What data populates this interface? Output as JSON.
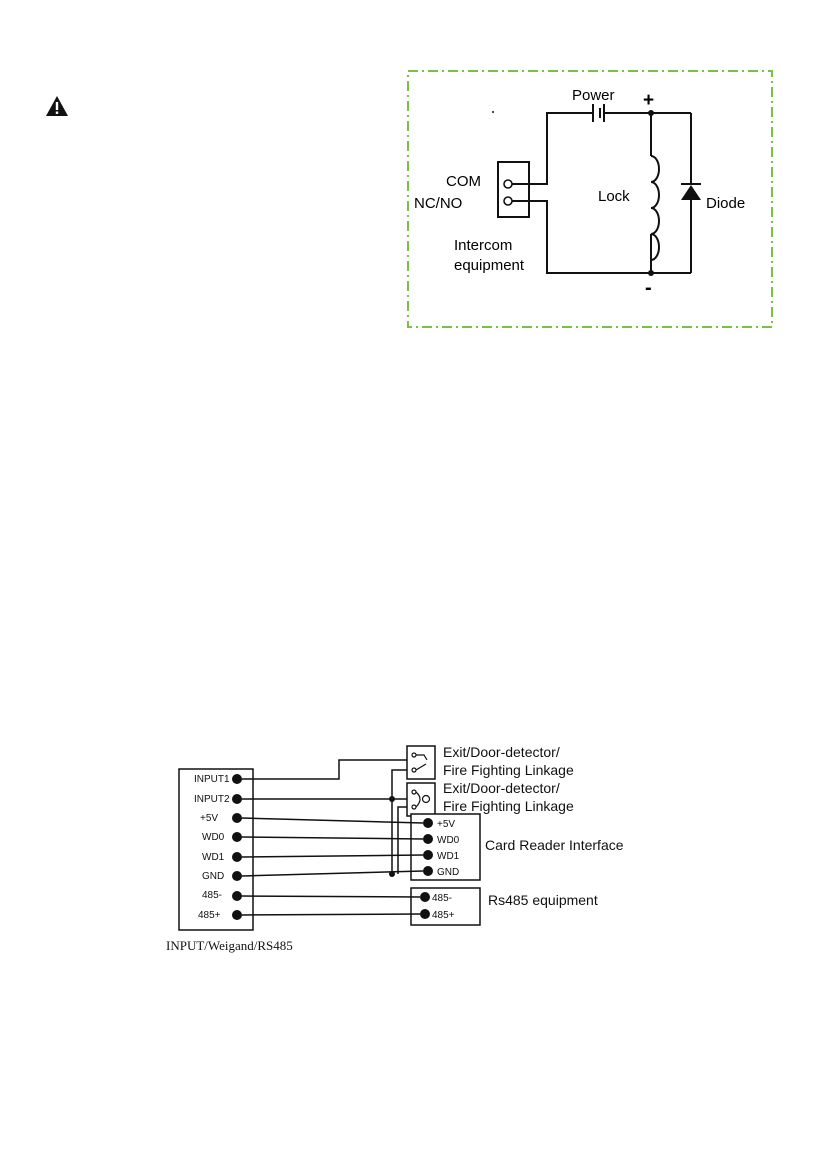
{
  "lock_diagram": {
    "power_label": "Power",
    "plus_label": "+",
    "minus_label": "-",
    "com_label": "COM",
    "ncno_label": "NC/NO",
    "intercom_line1": "Intercom",
    "intercom_line2": "equipment",
    "lock_label": "Lock",
    "diode_label": "Diode",
    "border_color": "#7ac143"
  },
  "input_diagram": {
    "terminals": [
      "INPUT1",
      "INPUT2",
      "+5V",
      "WD0",
      "WD1",
      "GND",
      "485-",
      "485+"
    ],
    "exit_label_1a": "Exit/Door-detector/",
    "exit_label_1b": "Fire Fighting Linkage",
    "exit_label_2a": "Exit/Door-detector/",
    "exit_label_2b": "Fire Fighting Linkage",
    "card_reader_pins": [
      "+5V",
      "WD0",
      "WD1",
      "GND"
    ],
    "card_reader_label": "Card Reader Interface",
    "rs485_pins": [
      "485-",
      "485+"
    ],
    "rs485_label": "Rs485 equipment",
    "caption": "INPUT/Weigand/RS485"
  },
  "icons": {
    "warning": "warning-icon"
  }
}
